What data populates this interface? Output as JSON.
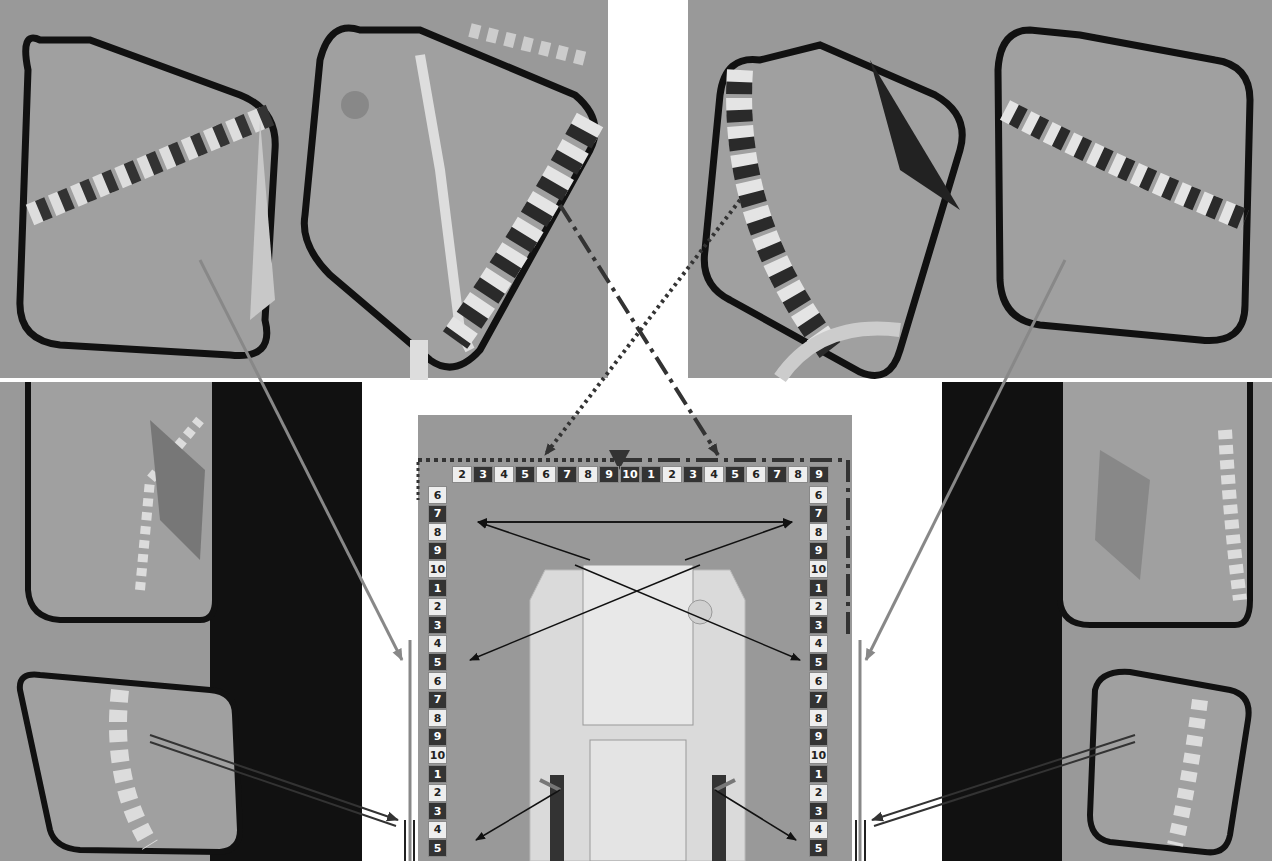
{
  "diagram": {
    "labels": [
      "2",
      "3",
      "4",
      "5",
      "6",
      "7",
      "8",
      "9",
      "10",
      "1",
      "2",
      "3",
      "4",
      "5",
      "6",
      "7",
      "8",
      "9",
      "6",
      "7",
      "8",
      "9",
      "10",
      "1",
      "2",
      "3",
      "4",
      "5",
      "6",
      "7",
      "8",
      "9",
      "10",
      "1",
      "2",
      "3",
      "4",
      "5",
      "6",
      "7",
      "8",
      "9",
      "10",
      "1",
      "2",
      "3",
      "4",
      "5",
      "6",
      "7",
      "8",
      "9",
      "10",
      "1",
      "2",
      "3",
      "4",
      "5"
    ]
  }
}
